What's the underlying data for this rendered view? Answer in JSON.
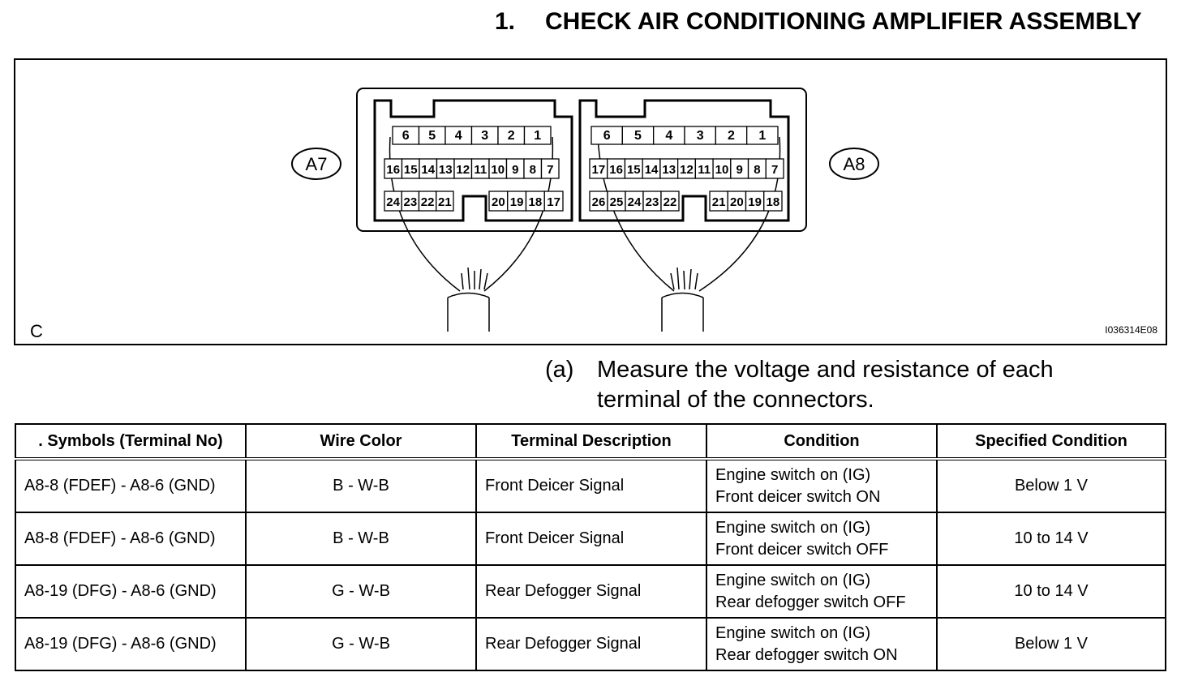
{
  "header": {
    "step_number": "1.",
    "title": "CHECK AIR CONDITIONING AMPLIFIER ASSEMBLY"
  },
  "figure": {
    "corner_label": "C",
    "image_id": "I036314E08",
    "connectors": [
      {
        "label": "A7",
        "rows": [
          [
            "6",
            "5",
            "4",
            "3",
            "2",
            "1"
          ],
          [
            "16",
            "15",
            "14",
            "13",
            "12",
            "11",
            "10",
            "9",
            "8",
            "7"
          ],
          [
            "24",
            "23",
            "22",
            "21",
            "20",
            "19",
            "18",
            "17"
          ]
        ]
      },
      {
        "label": "A8",
        "rows": [
          [
            "6",
            "5",
            "4",
            "3",
            "2",
            "1"
          ],
          [
            "17",
            "16",
            "15",
            "14",
            "13",
            "12",
            "11",
            "10",
            "9",
            "8",
            "7"
          ],
          [
            "26",
            "25",
            "24",
            "23",
            "22",
            "21",
            "20",
            "19",
            "18"
          ]
        ]
      }
    ]
  },
  "instruction": {
    "label": "(a)",
    "line1": "Measure the voltage and resistance of each",
    "line2": "terminal of the connectors."
  },
  "table": {
    "headers": [
      ". Symbols (Terminal No)",
      "Wire Color",
      "Terminal Description",
      "Condition",
      "Specified Condition"
    ],
    "rows": [
      {
        "symbols": "A8-8 (FDEF) - A8-6 (GND)",
        "wire": "B - W-B",
        "desc": "Front Deicer Signal",
        "cond1": "Engine switch on (IG)",
        "cond2": "Front deicer switch ON",
        "spec": "Below 1 V"
      },
      {
        "symbols": "A8-8 (FDEF) - A8-6 (GND)",
        "wire": "B - W-B",
        "desc": "Front Deicer Signal",
        "cond1": "Engine switch on (IG)",
        "cond2": "Front deicer switch OFF",
        "spec": "10 to 14 V"
      },
      {
        "symbols": "A8-19 (DFG) - A8-6 (GND)",
        "wire": "G - W-B",
        "desc": "Rear Defogger Signal",
        "cond1": "Engine switch on (IG)",
        "cond2": "Rear defogger switch OFF",
        "spec": "10 to 14 V"
      },
      {
        "symbols": "A8-19 (DFG) - A8-6 (GND)",
        "wire": "G - W-B",
        "desc": "Rear Defogger Signal",
        "cond1": "Engine switch on (IG)",
        "cond2": "Rear defogger switch ON",
        "spec": "Below 1 V"
      }
    ]
  }
}
